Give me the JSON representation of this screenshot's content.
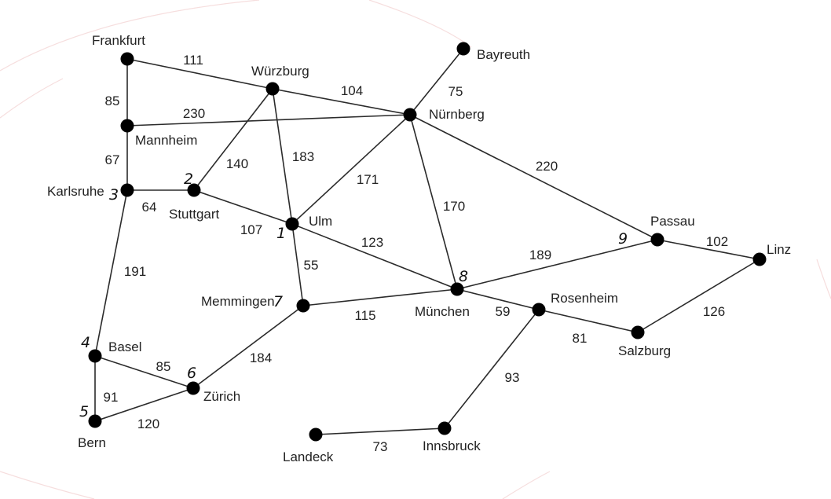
{
  "nodes": [
    {
      "id": "frankfurt",
      "label": "Frankfurt"
    },
    {
      "id": "wuerzburg",
      "label": "Würzburg"
    },
    {
      "id": "bayreuth",
      "label": "Bayreuth"
    },
    {
      "id": "mannheim",
      "label": "Mannheim"
    },
    {
      "id": "nuernberg",
      "label": "Nürnberg"
    },
    {
      "id": "karlsruhe",
      "label": "Karlsruhe"
    },
    {
      "id": "stuttgart",
      "label": "Stuttgart"
    },
    {
      "id": "ulm",
      "label": "Ulm"
    },
    {
      "id": "passau",
      "label": "Passau"
    },
    {
      "id": "linz",
      "label": "Linz"
    },
    {
      "id": "memmingen",
      "label": "Memmingen"
    },
    {
      "id": "muenchen",
      "label": "München"
    },
    {
      "id": "rosenheim",
      "label": "Rosenheim"
    },
    {
      "id": "salzburg",
      "label": "Salzburg"
    },
    {
      "id": "basel",
      "label": "Basel"
    },
    {
      "id": "zuerich",
      "label": "Zürich"
    },
    {
      "id": "bern",
      "label": "Bern"
    },
    {
      "id": "landeck",
      "label": "Landeck"
    },
    {
      "id": "innsbruck",
      "label": "Innsbruck"
    }
  ],
  "edges": [
    {
      "from": "frankfurt",
      "to": "wuerzburg",
      "weight": "111"
    },
    {
      "from": "frankfurt",
      "to": "mannheim",
      "weight": "85"
    },
    {
      "from": "wuerzburg",
      "to": "nuernberg",
      "weight": "104"
    },
    {
      "from": "mannheim",
      "to": "nuernberg",
      "weight": "230"
    },
    {
      "from": "bayreuth",
      "to": "nuernberg",
      "weight": "75"
    },
    {
      "from": "mannheim",
      "to": "karlsruhe",
      "weight": "67"
    },
    {
      "from": "wuerzburg",
      "to": "stuttgart",
      "weight": "140"
    },
    {
      "from": "wuerzburg",
      "to": "ulm",
      "weight": "183"
    },
    {
      "from": "nuernberg",
      "to": "ulm",
      "weight": "171"
    },
    {
      "from": "nuernberg",
      "to": "muenchen",
      "weight": "170"
    },
    {
      "from": "nuernberg",
      "to": "passau",
      "weight": "220"
    },
    {
      "from": "karlsruhe",
      "to": "stuttgart",
      "weight": "64"
    },
    {
      "from": "stuttgart",
      "to": "ulm",
      "weight": "107"
    },
    {
      "from": "ulm",
      "to": "muenchen",
      "weight": "123"
    },
    {
      "from": "ulm",
      "to": "memmingen",
      "weight": "55"
    },
    {
      "from": "karlsruhe",
      "to": "basel",
      "weight": "191"
    },
    {
      "from": "muenchen",
      "to": "passau",
      "weight": "189"
    },
    {
      "from": "passau",
      "to": "linz",
      "weight": "102"
    },
    {
      "from": "memmingen",
      "to": "muenchen",
      "weight": "115"
    },
    {
      "from": "muenchen",
      "to": "rosenheim",
      "weight": "59"
    },
    {
      "from": "rosenheim",
      "to": "salzburg",
      "weight": "81"
    },
    {
      "from": "salzburg",
      "to": "linz",
      "weight": "126"
    },
    {
      "from": "memmingen",
      "to": "zuerich",
      "weight": "184"
    },
    {
      "from": "basel",
      "to": "zuerich",
      "weight": "85"
    },
    {
      "from": "basel",
      "to": "bern",
      "weight": "91"
    },
    {
      "from": "bern",
      "to": "zuerich",
      "weight": "120"
    },
    {
      "from": "rosenheim",
      "to": "innsbruck",
      "weight": "93"
    },
    {
      "from": "landeck",
      "to": "innsbruck",
      "weight": "73"
    }
  ],
  "annotations": [
    {
      "node": "ulm",
      "text": "1"
    },
    {
      "node": "stuttgart",
      "text": "2"
    },
    {
      "node": "karlsruhe",
      "text": "3"
    },
    {
      "node": "basel",
      "text": "4"
    },
    {
      "node": "bern",
      "text": "5"
    },
    {
      "node": "zuerich",
      "text": "6"
    },
    {
      "node": "memmingen",
      "text": "7"
    },
    {
      "node": "muenchen",
      "text": "8"
    },
    {
      "node": "passau",
      "text": "9"
    }
  ]
}
